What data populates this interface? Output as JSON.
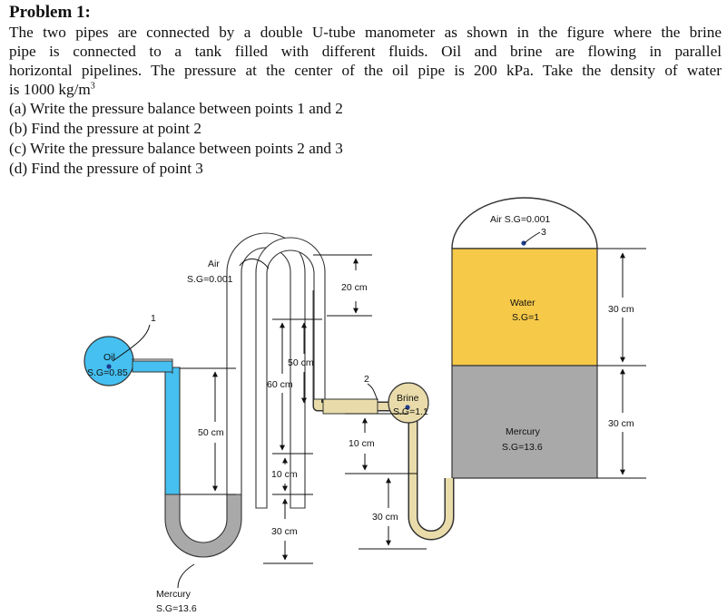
{
  "problem": {
    "title": "Problem 1:",
    "paragraph_lines": [
      "The two pipes are connected by a double U-tube manometer as shown in the figure where the brine",
      "pipe is connected to a tank filled with different fluids. Oil and brine are flowing in parallel",
      "horizontal pipelines. The pressure at the center of the oil pipe is 200 kPa. Take the density of water"
    ],
    "last_line": "is 1000 kg/m",
    "last_line_sup": "3",
    "questions": [
      "(a) Write the pressure balance between points 1 and 2",
      "(b) Find the pressure at point 2",
      "(c) Write the pressure balance between points 2 and 3",
      "(d) Find the pressure of point 3"
    ]
  },
  "diagram": {
    "colors": {
      "oil": "#45c0f0",
      "mercury": "#a9a9a9",
      "brine": "#e9dcaa",
      "water": "#f7c948",
      "air": "#ffffff",
      "outline": "#333333"
    },
    "labels": {
      "air_tank": "Air S.G=0.001",
      "point3": "3",
      "air_tube_1": "Air",
      "air_tube_2": "S.G=0.001",
      "point1": "1",
      "oil_1": "Oil",
      "oil_2": "S.G=0.85",
      "water_1": "Water",
      "water_2": "S.G=1",
      "brine_1": "Brine",
      "brine_2": "S.G=1.1",
      "point2": "2",
      "mercury_tank_1": "Mercury",
      "mercury_tank_2": "S.G=13.6",
      "mercury_bottom_1": "Mercury",
      "mercury_bottom_2": "S.G=13.6"
    },
    "dimensions": {
      "d20": "20 cm",
      "d50a": "50 cm",
      "d60": "60 cm",
      "d50b": "50 cm",
      "d10a": "10 cm",
      "d30a": "30 cm",
      "d10b": "10 cm",
      "d30b": "30 cm",
      "d30_water": "30 cm",
      "d30_mercury": "30 cm"
    }
  }
}
